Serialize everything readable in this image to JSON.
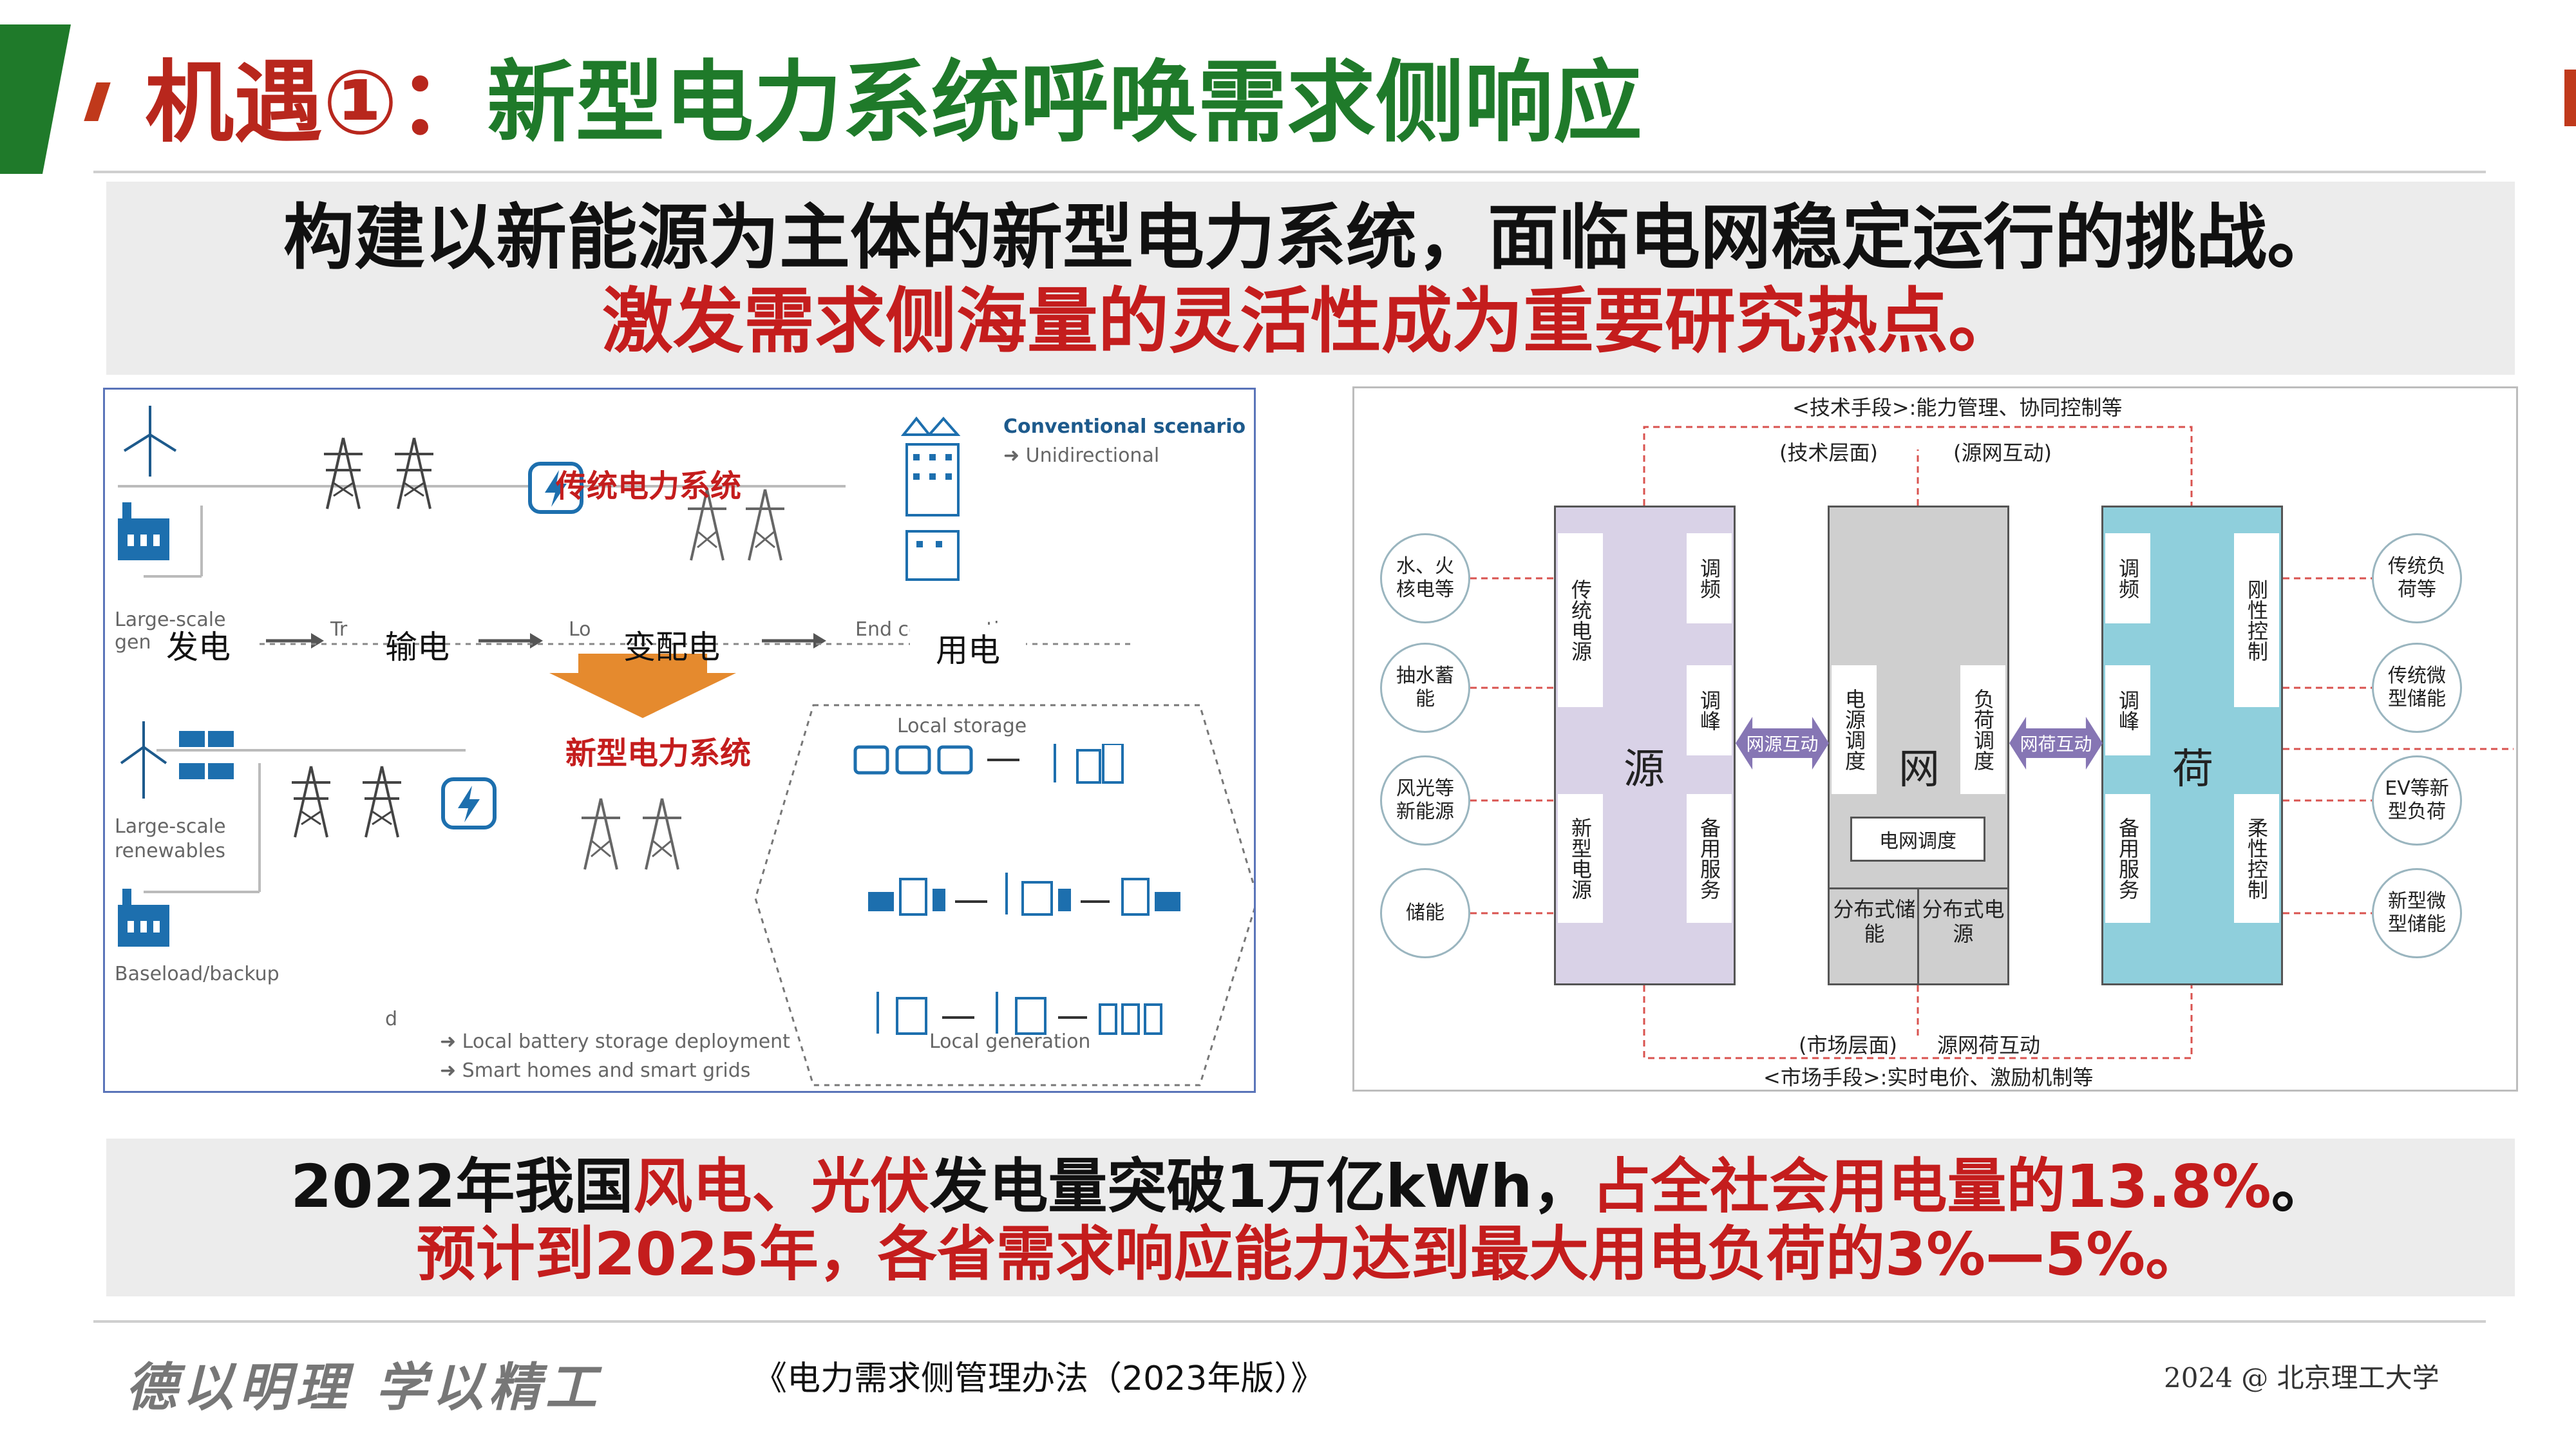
{
  "header": {
    "title_prefix": "机遇①：",
    "title_main": "新型电力系统呼唤需求侧响应"
  },
  "banner_top": {
    "line1": "构建以新能源为主体的新型电力系统，面临电网稳定运行的挑战。",
    "line2": "激发需求侧海量的灵活性成为重要研究热点。"
  },
  "figure_left": {
    "conventional_title": "Conventional scenario",
    "conventional_sub": "➜ Unidirectional",
    "traditional_label": "传统电力系统",
    "new_label": "新型电力系统",
    "stage_gen": "发电",
    "stage_trans": "输电",
    "stage_dist": "变配电",
    "stage_use": "用电",
    "large_scale_partial": "Large-scale",
    "gen_partial": "gen",
    "large_scale_renewables": "Large-scale\nrenewables",
    "baseload": "Baseload/backup",
    "local_storage": "Local storage",
    "local_generation": "Local generation",
    "local_battery": "➜ Local battery storage deployment",
    "smart_homes": "➜ Smart homes and smart grids",
    "tr_partial": "Tr",
    "lo_partial": "Lo",
    "end_partial": "End consumption",
    "d_partial": "d"
  },
  "figure_right": {
    "top_means": "<技术手段>:能力管理、协同控制等",
    "tech_layer": "(技术层面)",
    "src_grid_interact": "(源网互动)",
    "market_layer": "(市场层面)",
    "src_grid_load_interact": "源网荷互动",
    "bottom_means": "<市场手段>:实时电价、激励机制等",
    "col_source": "源",
    "col_grid": "网",
    "col_load": "荷",
    "src_traditional": "传统电源",
    "src_new": "新型电源",
    "src_freq": "调频",
    "src_peak": "调峰",
    "src_backup": "备用服务",
    "grid_dispatch_src": "电源调度",
    "grid_dispatch_load": "负荷调度",
    "grid_dispatch": "电网调度",
    "grid_dist_storage": "分布式储能",
    "grid_dist_power": "分布式电源",
    "load_freq": "调频",
    "load_peak": "调峰",
    "load_backup": "备用服务",
    "load_rigid": "刚性控制",
    "load_flex": "柔性控制",
    "arrow_left": "网源互动",
    "arrow_right": "网荷互动",
    "circle_hydro": "水、火\n核电等",
    "circle_pumped": "抽水蓄\n能",
    "circle_wind": "风光等\n新能源",
    "circle_storage": "储能",
    "circle_trad_load": "传统负\n荷等",
    "circle_trad_micro": "传统微\n型储能",
    "circle_ev": "EV等新\n型负荷",
    "circle_new_micro": "新型微\n型储能"
  },
  "banner_bottom": {
    "l1_a": "2022年我国",
    "l1_b": "风电、光伏",
    "l1_c": "发电量突破1万亿kWh，",
    "l1_d": "占全社会用电量的13.8%",
    "l1_e": "。",
    "line2": "预计到2025年，各省需求响应能力达到最大用电负荷的3%—5%。"
  },
  "footer": {
    "motto": "德以明理 学以精工",
    "footnote": "《电力需求侧管理办法（2023年版）》",
    "credit": "2024 @ 北京理工大学"
  },
  "colors": {
    "brand_green": "#1f7a2a",
    "accent_red": "#c41d1d",
    "load_blue": "#8fcfdc",
    "source_purple": "#d9d2e7"
  }
}
